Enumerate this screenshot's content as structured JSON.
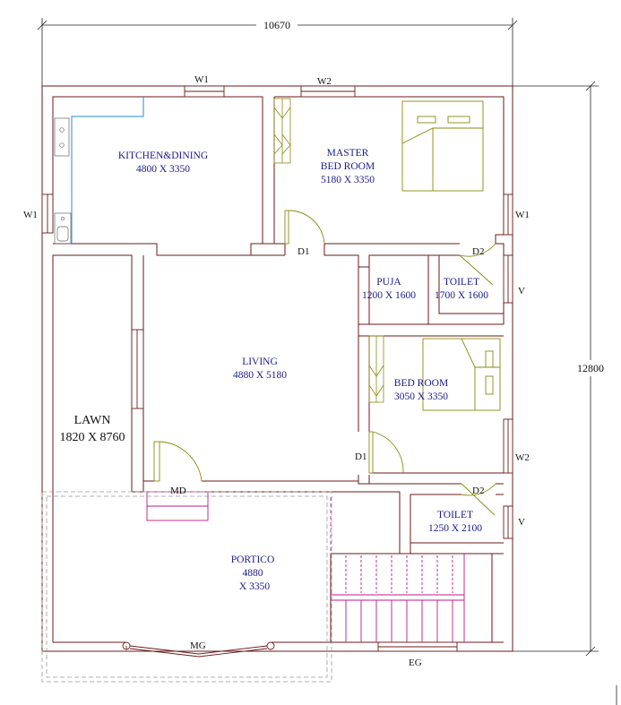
{
  "dimensions": {
    "width": "10670",
    "height": "12800"
  },
  "windows": {
    "w1": "W1",
    "w2": "W2",
    "v": "V",
    "d1": "D1",
    "d2": "D2",
    "md": "MD",
    "mg": "MG",
    "eg": "EG"
  },
  "rooms": {
    "kitchen": {
      "name": "KITCHEN&DINING",
      "size": "4800 X 3350"
    },
    "master": {
      "name1": "MASTER",
      "name2": "BED ROOM",
      "size": "5180 X 3350"
    },
    "puja": {
      "name": "PUJA",
      "size": "1200 X 1600"
    },
    "toilet1": {
      "name": "TOILET",
      "size": "1700 X 1600"
    },
    "living": {
      "name": "LIVING",
      "size": "4880 X 5180"
    },
    "bedroom": {
      "name": "BED ROOM",
      "size": "3050 X 3350"
    },
    "toilet2": {
      "name": "TOILET",
      "size": "1250 X 2100"
    },
    "lawn": {
      "name": "LAWN",
      "size": "1820 X 8760"
    },
    "portico": {
      "name": "PORTICO",
      "line2": "4880",
      "line3": "X 3350"
    }
  },
  "colors": {
    "wall": "#6b1a1a",
    "furniture": "#8a8a10",
    "stair": "#c0188a",
    "room_text": "#1a1a8c",
    "plumbing": "#2a8ad0"
  }
}
